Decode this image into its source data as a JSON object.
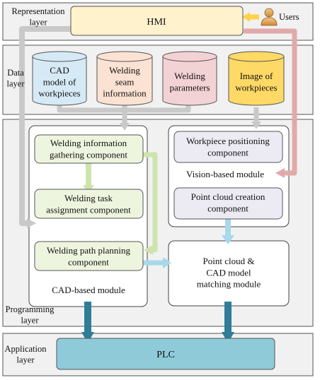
{
  "layers": {
    "representation": "Representation\nlayer",
    "data": "Data\nlayer",
    "programming": "Programming\nlayer",
    "application": "Application\nlayer"
  },
  "nodes": {
    "hmi": "HMI",
    "users": "Users",
    "cad_model": "CAD\nmodel of\nworkpieces",
    "seam_info": "Welding\nseam\ninformation",
    "parameters": "Welding\nparameters",
    "image": "Image of\nworkpieces",
    "gathering": "Welding information\ngathering component",
    "task_assignment": "Welding task\nassignment component",
    "path_planning": "Welding path planning\ncomponent",
    "cad_module": "CAD-based module",
    "positioning": "Workpiece positioning\ncomponent",
    "vision_module": "Vision-based module",
    "point_cloud_creation": "Point cloud creation\ncomponent",
    "matching": "Point cloud &\nCAD model\nmatching module",
    "plc": "PLC"
  },
  "colors": {
    "layer_bg": "#f1f1f1",
    "layer_border": "#555555",
    "hmi_fill": "#fff2cc",
    "cad_cyl": "#d6eaf6",
    "seam_cyl": "#fbe2d2",
    "param_cyl": "#f3d2d6",
    "image_cyl": "#ffd966",
    "green_comp": "#eef5df",
    "purple_comp": "#ecebf4",
    "plc_fill": "#8fcad9",
    "arrow_gray": "#c9c9c9",
    "arrow_green": "#cfe3ad",
    "arrow_pink": "#e2a9ab",
    "arrow_yellow": "#ffd24a",
    "arrow_lightblue": "#a8d8ea",
    "arrow_teal": "#2f7d96"
  }
}
